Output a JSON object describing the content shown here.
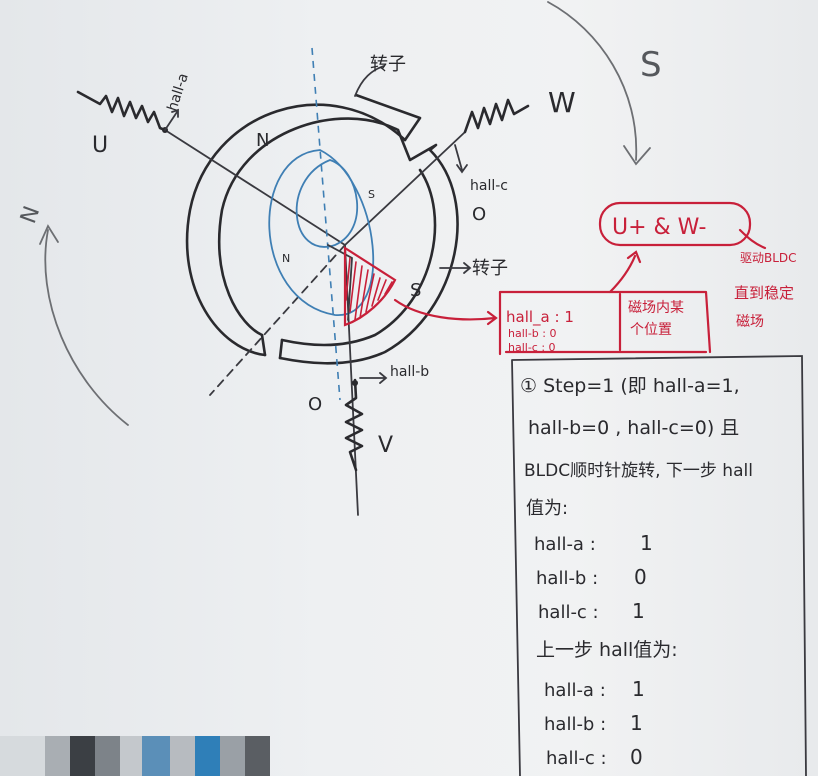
{
  "labels": {
    "S_top": "S",
    "W": "W",
    "N_left": "N",
    "U": "U",
    "hall_a_top": "hall-a",
    "rotor_top": "转子",
    "N_stator": "N",
    "S_rotor_small": "S",
    "N_rotor_small": "N",
    "S_rotor": "S",
    "hall_c_top": "hall-c",
    "zero_c": "O",
    "rotor_right": "转子",
    "hall_b_bottom": "hall-b",
    "zero_b": "O",
    "V": "V"
  },
  "red_notes": {
    "drive": "U+ & W-",
    "hall_a": "hall_a : 1",
    "hall_b": "hall-b : 0",
    "hall_c": "hall-c : 0",
    "sector_line1": "磁场内某",
    "sector_line2": "个位置",
    "drive_note_line1": "驱动BLDC",
    "drive_note_line2": "直到稳定",
    "drive_note_line3": "磁场"
  },
  "notes": {
    "line1": "① Step=1 (即 hall-a=1,",
    "line2": "hall-b=0 , hall-c=0) 且",
    "line3": "BLDC顺时针旋转, 下一步 hall",
    "line4": "值为:",
    "next": [
      {
        "name": "hall-a :",
        "value": "1"
      },
      {
        "name": "hall-b :",
        "value": "0"
      },
      {
        "name": "hall-c :",
        "value": "1"
      }
    ],
    "prev_title": "上一步 hall值为:",
    "prev": [
      {
        "name": "hall-a :",
        "value": "1"
      },
      {
        "name": "hall-b :",
        "value": "1"
      },
      {
        "name": "hall-c :",
        "value": "0"
      }
    ]
  },
  "colors": {
    "board": "#eceef0",
    "black_ink": "#2a2a2e",
    "red_ink": "#c8203a",
    "blue_ink": "#3f7fb4",
    "grey_ink": "#6d6f73"
  }
}
